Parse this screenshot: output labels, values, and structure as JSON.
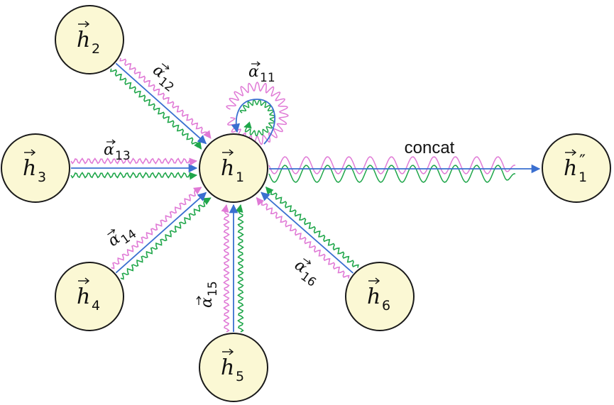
{
  "nodes": [
    {
      "id": "h1",
      "base": "h",
      "sub": "1",
      "prime": ""
    },
    {
      "id": "h2",
      "base": "h",
      "sub": "2",
      "prime": ""
    },
    {
      "id": "h3",
      "base": "h",
      "sub": "3",
      "prime": ""
    },
    {
      "id": "h4",
      "base": "h",
      "sub": "4",
      "prime": ""
    },
    {
      "id": "h5",
      "base": "h",
      "sub": "5",
      "prime": ""
    },
    {
      "id": "h6",
      "base": "h",
      "sub": "6",
      "prime": ""
    },
    {
      "id": "h1out",
      "base": "h",
      "sub": "1",
      "prime": "″"
    }
  ],
  "edges": [
    {
      "from": "h2",
      "to": "h1",
      "label_base": "α",
      "label_sub": "12"
    },
    {
      "from": "h3",
      "to": "h1",
      "label_base": "α",
      "label_sub": "13"
    },
    {
      "from": "h4",
      "to": "h1",
      "label_base": "α",
      "label_sub": "14"
    },
    {
      "from": "h5",
      "to": "h1",
      "label_base": "α",
      "label_sub": "15"
    },
    {
      "from": "h6",
      "to": "h1",
      "label_base": "α",
      "label_sub": "16"
    },
    {
      "from": "h1",
      "to": "h1",
      "label_base": "α",
      "label_sub": "11"
    }
  ],
  "output_label": "concat",
  "colors": {
    "arrow": "#3a6fd0",
    "head_green": "#1fa64a",
    "head_pink": "#e07ad6",
    "node_fill": "#fbf8d4",
    "node_stroke": "#1a1a1a"
  }
}
